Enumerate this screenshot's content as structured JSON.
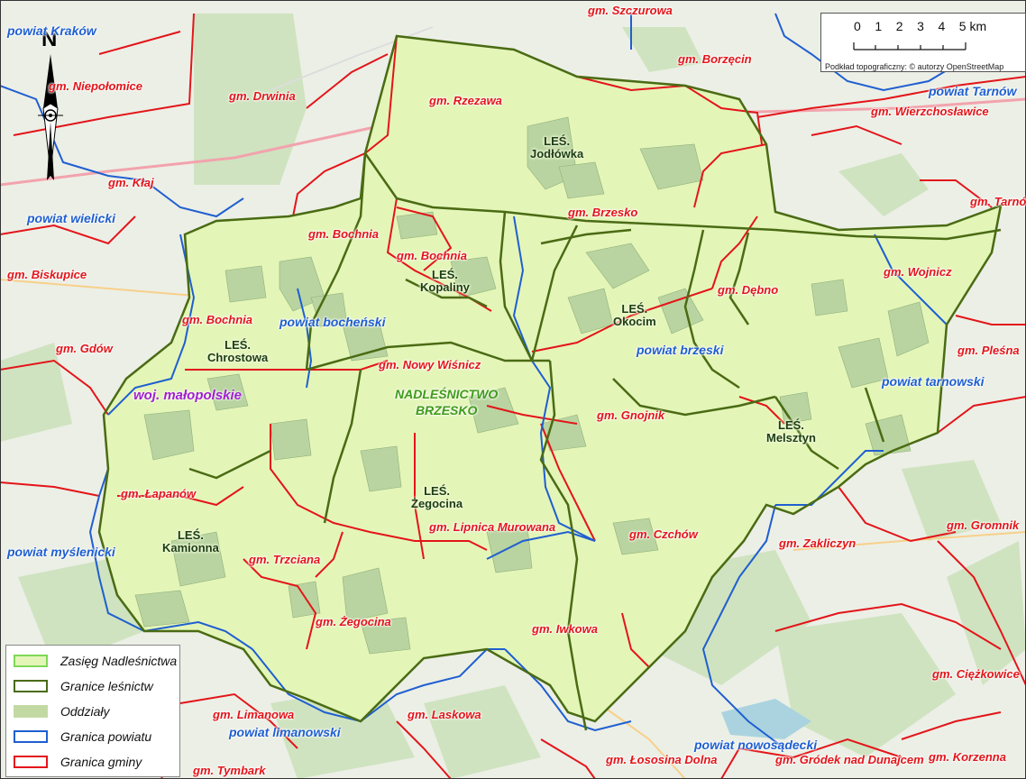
{
  "map_title_region": "NADLEŚNICTWO BRZESKO",
  "region_label": "woj. małopolskie",
  "nadlesnictwo_label_line1": "NADLEŚNICTWO",
  "nadlesnictwo_label_line2": "BRZESKO",
  "gminy": [
    "gm. Drwinia",
    "gm. Niepołomice",
    "gm. Szczurowa",
    "gm. Borzęcin",
    "gm. Rzezawa",
    "gm. Wierzchosławice",
    "gm. Kłaj",
    "gm. Brzesko",
    "gm. Tarnów",
    "gm. Bochnia",
    "gm. Bochnia",
    "gm. Bochnia",
    "gm. Biskupice",
    "gm. Dębno",
    "gm. Wojnicz",
    "gm. Gdów",
    "gm. Nowy Wiśnicz",
    "gm. Pleśna",
    "gm. Gnojnik",
    "gm. Łapanów",
    "gm. Lipnica Murowana",
    "gm. Czchów",
    "gm. Gromnik",
    "gm. Trzciana",
    "gm. Zakliczyn",
    "gm. Żegocina",
    "gm. Iwkowa",
    "gm. Ciężkowice",
    "gm. Limanowa",
    "gm. Laskowa",
    "gm. Łososina Dolna",
    "gm. Gródek nad Dunajcem",
    "gm. Korzenna",
    "gm. Tymbark"
  ],
  "powiaty": [
    "powiat Kraków",
    "powiat Tarnów",
    "powiat wielicki",
    "powiat bocheński",
    "powiat brzeski",
    "powiat tarnowski",
    "powiat myślenicki",
    "powiat limanowski",
    "powiat nowosądecki"
  ],
  "lesnictwa": [
    {
      "line1": "LEŚ.",
      "line2": "Jodłówka"
    },
    {
      "line1": "LEŚ.",
      "line2": "Kopaliny"
    },
    {
      "line1": "LEŚ.",
      "line2": "Okocim"
    },
    {
      "line1": "LEŚ.",
      "line2": "Chrostowa"
    },
    {
      "line1": "LEŚ.",
      "line2": "Melsztyn"
    },
    {
      "line1": "LEŚ.",
      "line2": "Żegocina"
    },
    {
      "line1": "LEŚ.",
      "line2": "Kamionna"
    }
  ],
  "north_arrow": {
    "label": "N",
    "icon": "north-arrow-icon"
  },
  "scale_bar": {
    "ticks": [
      "0",
      "1",
      "2",
      "3",
      "4",
      "5 km"
    ],
    "credit": "Podkład topograficzny: © autorzy OpenStreetMap"
  },
  "legend": [
    {
      "label": "Zasięg Nadleśnictwa",
      "icon": "range-swatch",
      "color": "#7ed957"
    },
    {
      "label": "Granice leśnictw",
      "icon": "forest-district-swatch",
      "color": "#4a6b14"
    },
    {
      "label": "Oddziały",
      "icon": "compartment-swatch",
      "color": "#c3d9a4"
    },
    {
      "label": "Granica powiatu",
      "icon": "county-border-swatch",
      "color": "#1f5fd0"
    },
    {
      "label": "Granica gminy",
      "icon": "commune-border-swatch",
      "color": "#e3151a"
    }
  ],
  "colors": {
    "range_fill": "#e4f5b8",
    "forest_border": "#4a6b14",
    "county_border": "#1f5fd0",
    "commune_border": "#e3151a",
    "compartment_fill": "#b9d4a0"
  }
}
